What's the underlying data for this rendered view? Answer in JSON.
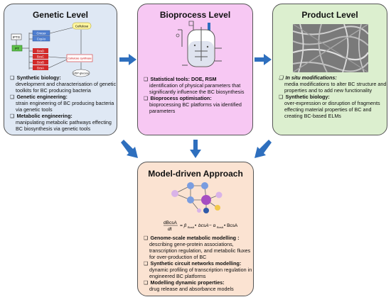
{
  "genetic": {
    "title": "Genetic Level",
    "diagram": {
      "iptg": "IPTG",
      "promoter": "PT",
      "genes_blue": [
        "Cmcax",
        "CcpAx"
      ],
      "genes_red": [
        "BcsD",
        "BcsC",
        "BcsB",
        "BcsA"
      ],
      "cellulose": "Cellulose",
      "synthase": "Cellulose synthase",
      "udp": "UDP-glucose"
    },
    "bullets": [
      {
        "head": "Synthetic biology:",
        "text": "development  and characterisation of genetic toolkits for BC producing bacteria"
      },
      {
        "head": "Genetic engineering:",
        "text": "strain engineering of BC producing bacteria via genetic tools"
      },
      {
        "head": "Metabolic engineering:",
        "text": "manipulating metabolic pathways effecting BC biosynthesis via genetic tools"
      }
    ]
  },
  "bioprocess": {
    "title": "Bioprocess Level",
    "bullets": [
      {
        "head": "Statistical tools: DOE, RSM",
        "text": "identification of physical parameters that significantly influence the BC biosynthesis"
      },
      {
        "head": "Bioprocess optimisation:",
        "text": "bioprocessing BC platforms via identified parameters"
      }
    ]
  },
  "product": {
    "title": "Product  Level",
    "bullets": [
      {
        "head": "In situ modifications:",
        "text": "media modifications to alter BC structure and properties and to add new functionality"
      },
      {
        "head": "Synthetic biology:",
        "text": "over-expression or disruption of fragments effecting material properties of BC and creating BC-based ELMs"
      }
    ]
  },
  "model": {
    "title": "Model-driven Approach",
    "equation": "dBcsA/dt = β_BcsA • bcsA − α_BcsA • BcsA",
    "bullets": [
      {
        "head": "Genome-scale metabolic modelling :",
        "text": "describing gene-protein associations, transcription regulation, and metabolic fluxes for over-production of BC"
      },
      {
        "head": "Synthetic circuit networks modelling:",
        "text": "dynamic profiling of transcription regulation in engineered BC platforms"
      },
      {
        "head": "Modelling  dynamic properties:",
        "text": "drug release and absorbance models"
      }
    ]
  },
  "colors": {
    "genetic_bg": "#dfe8f4",
    "bioprocess_bg": "#f7c8f3",
    "product_bg": "#dcefcf",
    "model_bg": "#fbe3d2",
    "arrow": "#2e6fbe"
  }
}
